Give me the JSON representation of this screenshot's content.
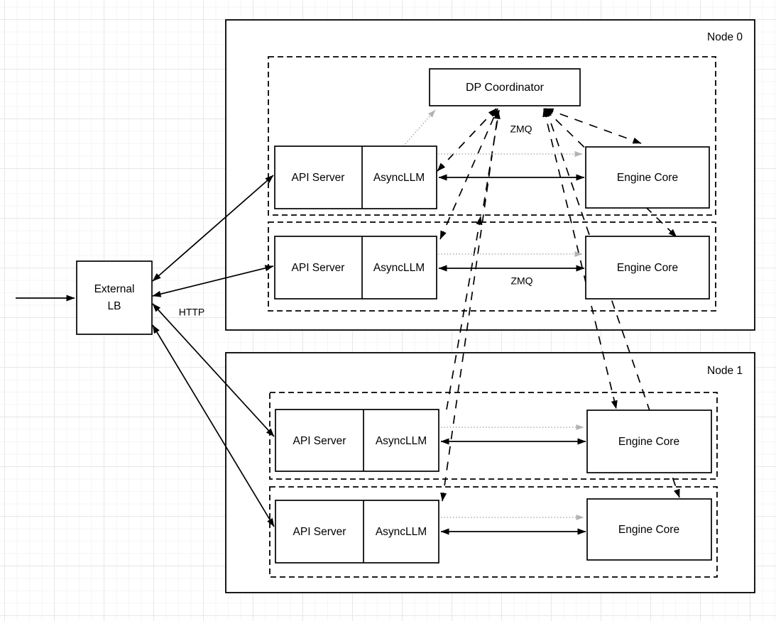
{
  "diagram": {
    "nodes": {
      "node0_label": "Node 0",
      "node1_label": "Node 1"
    },
    "external_lb": {
      "line1": "External",
      "line2": "LB"
    },
    "dp_coordinator": {
      "label": "DP Coordinator"
    },
    "rows": [
      {
        "node": "Node 0",
        "api_server": "API Server",
        "async_llm": "AsyncLLM",
        "engine_core": "Engine Core"
      },
      {
        "node": "Node 0",
        "api_server": "API Server",
        "async_llm": "AsyncLLM",
        "engine_core": "Engine Core"
      },
      {
        "node": "Node 1",
        "api_server": "API Server",
        "async_llm": "AsyncLLM",
        "engine_core": "Engine Core"
      },
      {
        "node": "Node 1",
        "api_server": "API Server",
        "async_llm": "AsyncLLM",
        "engine_core": "Engine Core"
      }
    ],
    "edge_labels": {
      "http": "HTTP",
      "zmq_coordinator": "ZMQ",
      "zmq_row2": "ZMQ"
    },
    "colors": {
      "stroke": "#000000",
      "gray_arrow": "#b3b3b3",
      "box_fill": "#ffffff",
      "grid_minor": "#f6f6f8",
      "grid_major": "#e7e7ea"
    }
  }
}
